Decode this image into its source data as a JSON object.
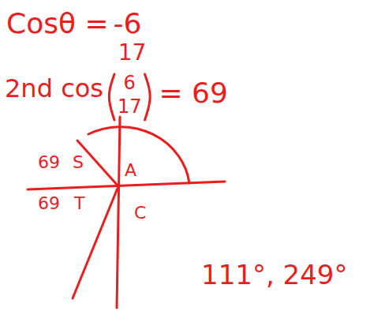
{
  "diagram": {
    "labels": [
      "Cosθ =",
      "-6",
      "17",
      "2nd cos",
      "6",
      "17",
      "= 69",
      "69",
      "S",
      "A",
      "69",
      "T",
      "C",
      "111°, 249°"
    ]
  }
}
